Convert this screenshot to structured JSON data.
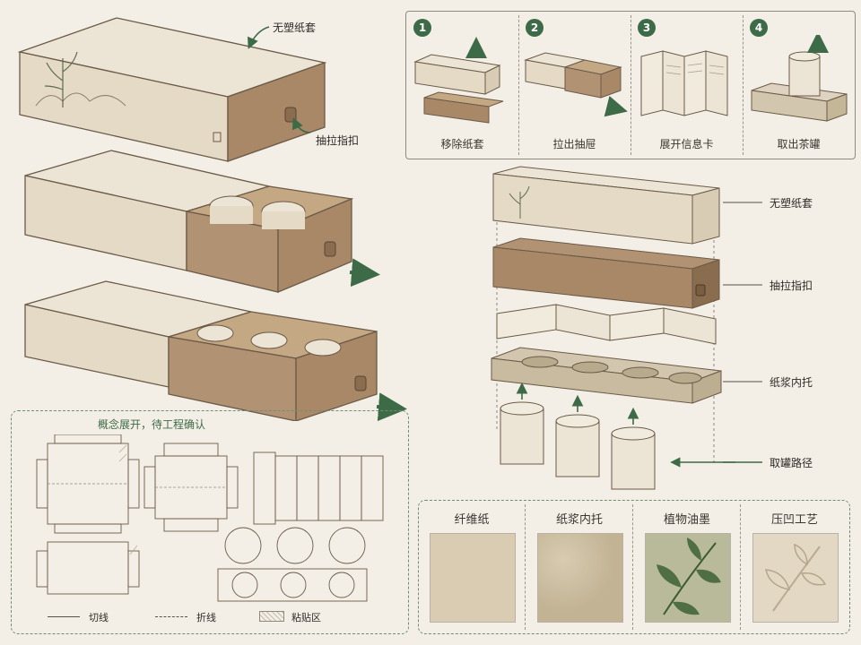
{
  "colors": {
    "kraft": "#a88866",
    "kraft_dark": "#8a6c4e",
    "sleeve": "#e4dac6",
    "background": "#f3efe6",
    "accent_green": "#3d6a47",
    "line": "#6b5a48"
  },
  "callouts": {
    "sleeve": "无塑纸套",
    "pull_tab": "抽拉指扣"
  },
  "steps": [
    {
      "number": "1",
      "label": "移除纸套"
    },
    {
      "number": "2",
      "label": "拉出抽屉"
    },
    {
      "number": "3",
      "label": "展开信息卡"
    },
    {
      "number": "4",
      "label": "取出茶罐"
    }
  ],
  "exploded_labels": {
    "sleeve": "无塑纸套",
    "pull_tab": "抽拉指扣",
    "pulp_tray": "纸浆内托",
    "retrieve_path": "取罐路径"
  },
  "dieline": {
    "title": "概念展开，待工程确认",
    "legend": [
      {
        "key": "cut",
        "label": "切线"
      },
      {
        "key": "fold",
        "label": "折线"
      },
      {
        "key": "glue",
        "label": "粘贴区"
      }
    ]
  },
  "materials": [
    {
      "label": "纤维纸",
      "icon": "fiber-paper-texture"
    },
    {
      "label": "纸浆内托",
      "icon": "pulp-texture"
    },
    {
      "label": "植物油墨",
      "icon": "leaf-ink-icon"
    },
    {
      "label": "压凹工艺",
      "icon": "embossed-leaf-icon"
    }
  ]
}
